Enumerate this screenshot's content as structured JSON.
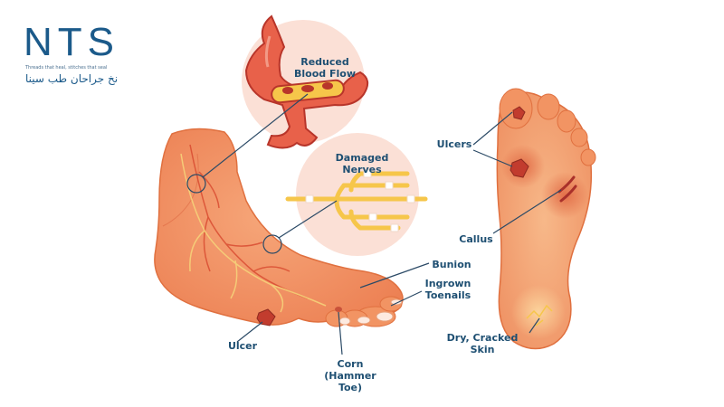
{
  "logo": {
    "text": "NTS",
    "tagline": "Threads that heal, stitches that seal",
    "arabic": "نخ جراحان طب سینا"
  },
  "labels": {
    "reduced_blood_flow": "Reduced\nBlood Flow",
    "damaged_nerves": "Damaged\nNerves",
    "ulcers": "Ulcers",
    "callus": "Callus",
    "bunion": "Bunion",
    "ingrown_toenails": "Ingrown\nToenails",
    "dry_cracked_skin": "Dry, Cracked\nSkin",
    "ulcer": "Ulcer",
    "corn_hammer_toe": "Corn\n(Hammer Toe)"
  },
  "colors": {
    "skin": "#f08a5d",
    "skin_light": "#f7b58b",
    "skin_shade": "#e0703f",
    "circle_bg": "#fbe0d6",
    "vessel": "#e8614a",
    "vessel_dark": "#b8352a",
    "nerve": "#f6c64a",
    "label": "#1e4f72",
    "line": "#2b4a66"
  }
}
